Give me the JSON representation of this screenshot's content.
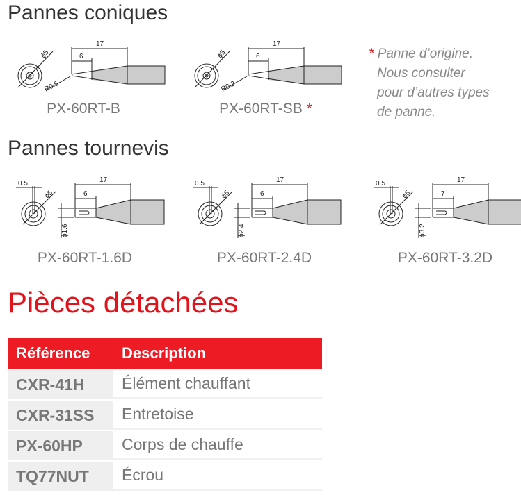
{
  "sections": {
    "conical_title": "Pannes coniques",
    "screwdriver_title": "Pannes tournevis",
    "parts_title": "Pièces détachées"
  },
  "conical": [
    {
      "model": "PX-60RT-B",
      "asterisk": "",
      "dims": {
        "length": "17",
        "taper": "6",
        "diameter": "ϕ5",
        "radius": "R0.5"
      }
    },
    {
      "model": "PX-60RT-SB",
      "asterisk": "*",
      "dims": {
        "length": "17",
        "taper": "6",
        "diameter": "ϕ5",
        "radius": "R0.2"
      }
    }
  ],
  "note": {
    "asterisk": "*",
    "lines": [
      "Panne d’origine.",
      "Nous consulter",
      "pour d’autres types",
      "de panne."
    ]
  },
  "screwdriver": [
    {
      "model": "PX-60RT-1.6D",
      "dims": {
        "length": "17",
        "taper": "6",
        "diameter": "ϕ5",
        "thickness": "0.5",
        "width": "ϕ1.6"
      }
    },
    {
      "model": "PX-60RT-2.4D",
      "dims": {
        "length": "17",
        "taper": "6",
        "diameter": "ϕ5",
        "thickness": "0.5",
        "width": "ϕ2.4"
      }
    },
    {
      "model": "PX-60RT-3.2D",
      "dims": {
        "length": "17",
        "taper": "7",
        "diameter": "ϕ5",
        "thickness": "0.5",
        "width": "ϕ3.2"
      }
    }
  ],
  "table": {
    "headers": [
      "Référence",
      "Description"
    ],
    "rows": [
      [
        "CXR-41H",
        "Élément chauffant"
      ],
      [
        "CXR-31SS",
        "Entretoise"
      ],
      [
        "PX-60HP",
        "Corps de chauffe"
      ],
      [
        "TQ77NUT",
        "Écrou"
      ]
    ]
  },
  "colors": {
    "accent": "#ed1c24",
    "text": "#333333",
    "muted": "#777777"
  }
}
